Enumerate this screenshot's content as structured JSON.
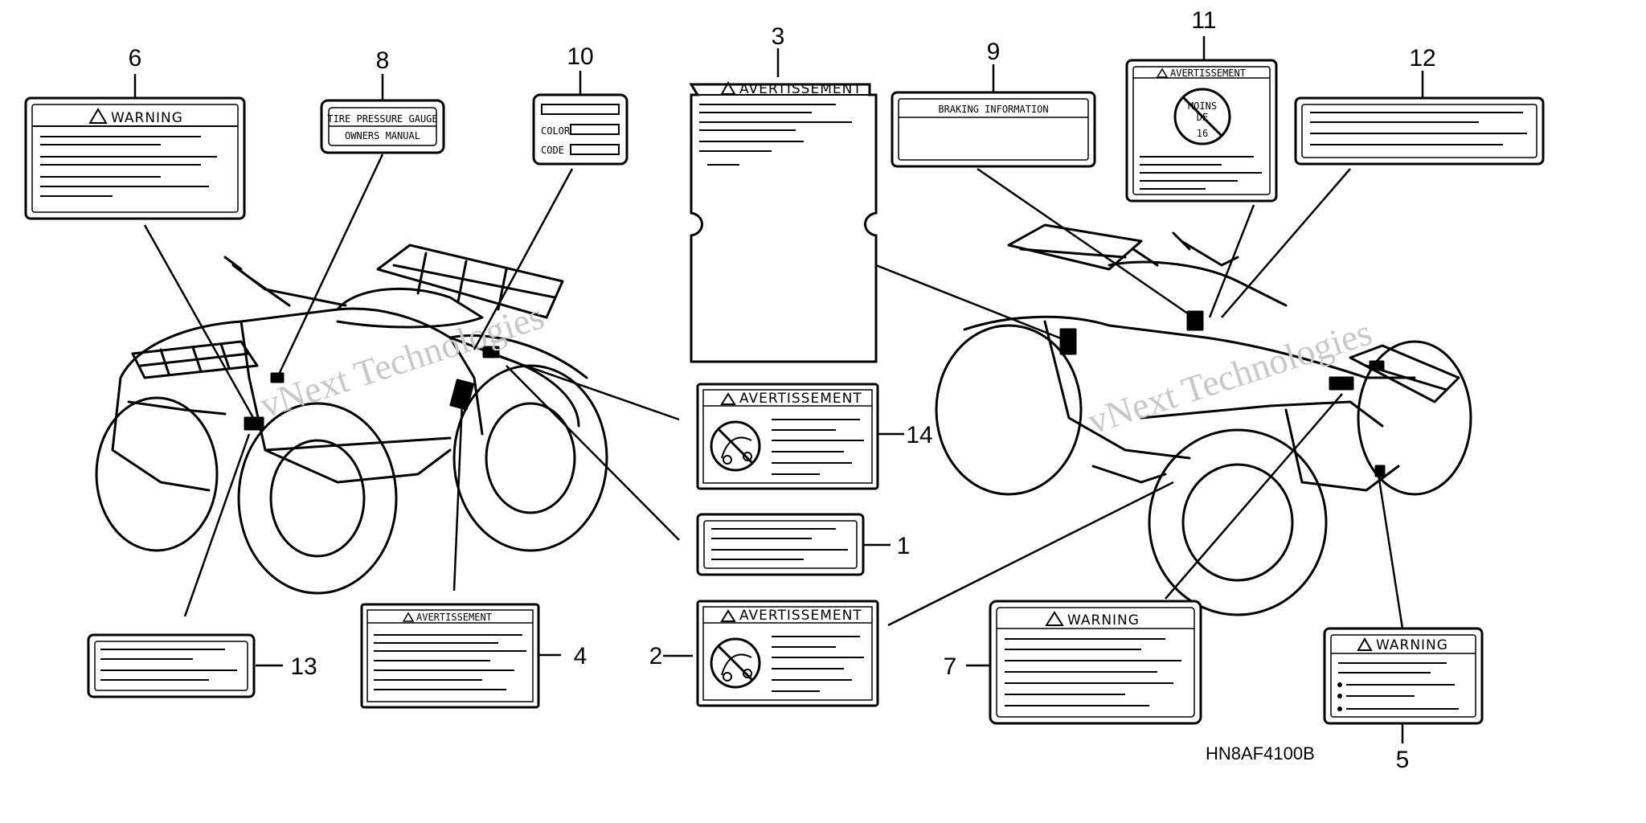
{
  "callouts": [
    "1",
    "2",
    "3",
    "4",
    "5",
    "6",
    "7",
    "8",
    "9",
    "10",
    "11",
    "12",
    "13",
    "14"
  ],
  "labels": {
    "l1": {
      "lines": 4
    },
    "l2": {
      "header": "AVERTISSEMENT",
      "icon": "no-passenger-icon"
    },
    "l3": {
      "header": "AVERTISSEMENT"
    },
    "l4": {
      "header": "AVERTISSEMENT"
    },
    "l5": {
      "header": "WARNING"
    },
    "l6": {
      "header": "WARNING"
    },
    "l7": {
      "header": "WARNING"
    },
    "l8": {
      "line1": "TIRE PRESSURE GAUGE",
      "line2": "OWNERS MANUAL"
    },
    "l9": {
      "header": "BRAKING INFORMATION"
    },
    "l10": {
      "color": "COLOR",
      "code": "CODE"
    },
    "l11": {
      "header": "AVERTISSEMENT",
      "text1": "MOINS",
      "text2": "DE",
      "text3": "16",
      "icon": "age-restriction-icon"
    },
    "l12": {
      "lines": 4
    },
    "l13": {
      "lines": 4
    },
    "l14": {
      "header": "AVERTISSEMENT",
      "icon": "no-passenger-icon"
    }
  },
  "part_code": "HN8AF4100B",
  "watermark": {
    "line1": "vNext Technologies",
    "line2": "vNext Technologies"
  },
  "colors": {
    "ink": "#000000",
    "paper": "#ffffff",
    "watermark": "#c8c8c8"
  }
}
